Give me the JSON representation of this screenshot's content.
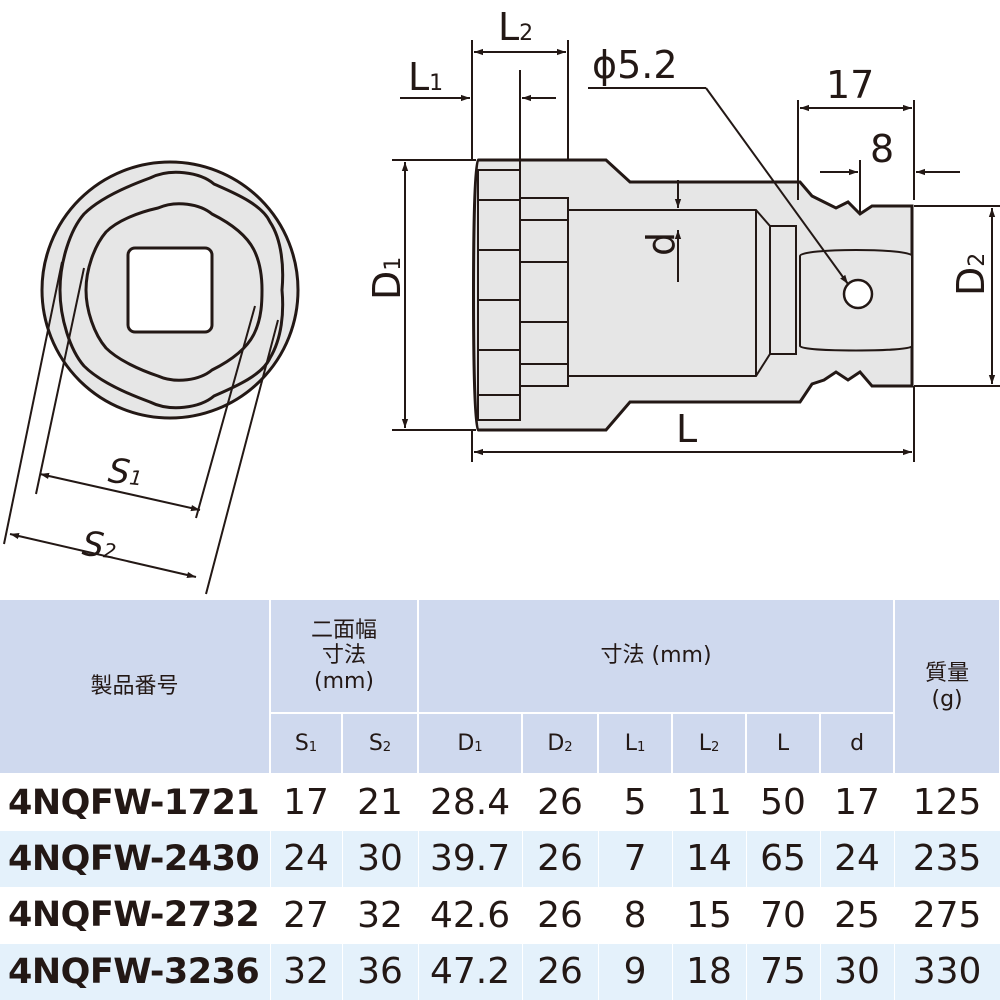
{
  "drawing": {
    "end_view": {
      "s1_label": "S",
      "s1_sub": "1",
      "s2_label": "S",
      "s2_sub": "2"
    },
    "side_view": {
      "l1_label": "L",
      "l1_sub": "1",
      "l2_label": "L",
      "l2_sub": "2",
      "hole_label": "ϕ5.2",
      "dim_17": "17",
      "dim_8": "8",
      "d1_label": "D",
      "d1_sub": "1",
      "d2_label": "D",
      "d2_sub": "2",
      "d_label": "d",
      "l_label": "L"
    }
  },
  "table": {
    "header": {
      "model": "製品番号",
      "across_flats_line1": "二面幅",
      "across_flats_line2": "寸法",
      "across_flats_line3": "(mm)",
      "dimensions": "寸法 (mm)",
      "mass_line1": "質量",
      "mass_line2": "(g)",
      "sub": [
        {
          "main": "S",
          "sub": "1"
        },
        {
          "main": "S",
          "sub": "2"
        },
        {
          "main": "D",
          "sub": "1"
        },
        {
          "main": "D",
          "sub": "2"
        },
        {
          "main": "L",
          "sub": "1"
        },
        {
          "main": "L",
          "sub": "2"
        },
        {
          "main": "L",
          "sub": ""
        },
        {
          "main": "d",
          "sub": ""
        }
      ]
    },
    "rows": [
      [
        "4NQFW-1721",
        "17",
        "21",
        "28.4",
        "26",
        "5",
        "11",
        "50",
        "17",
        "125"
      ],
      [
        "4NQFW-2430",
        "24",
        "30",
        "39.7",
        "26",
        "7",
        "14",
        "65",
        "24",
        "235"
      ],
      [
        "4NQFW-2732",
        "27",
        "32",
        "42.6",
        "26",
        "8",
        "15",
        "70",
        "25",
        "275"
      ],
      [
        "4NQFW-3236",
        "32",
        "36",
        "47.2",
        "26",
        "9",
        "18",
        "75",
        "30",
        "330"
      ]
    ]
  }
}
